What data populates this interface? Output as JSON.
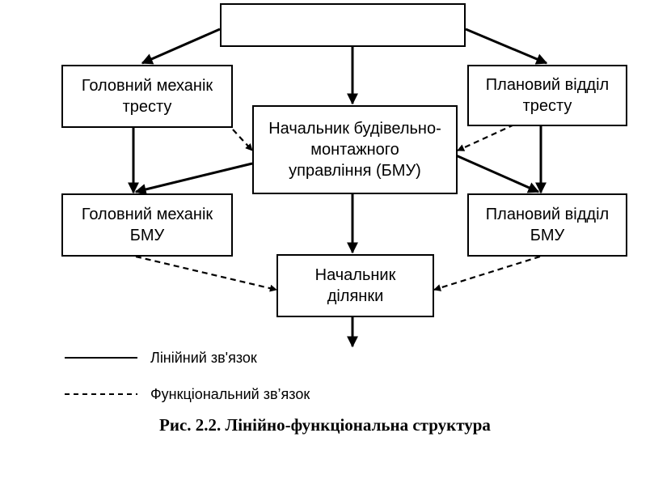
{
  "diagram": {
    "nodes": {
      "top": "",
      "chief_mechanic_trust": "Головний механік\nтресту",
      "planning_dept_trust": "Плановий відділ\nтресту",
      "head_bmu": "Начальник будівельно-\nмонтажного\nуправління (БМУ)",
      "chief_mechanic_bmu": "Головний механік\nБМУ",
      "planning_dept_bmu": "Плановий відділ\nБМУ",
      "site_head": "Начальник\nділянки"
    },
    "legend": {
      "linear": "Лінійний зв'язок",
      "functional": "Функціональний зв’язок"
    },
    "caption": "Рис. 2.2. Лінійно-функціональна структура"
  }
}
